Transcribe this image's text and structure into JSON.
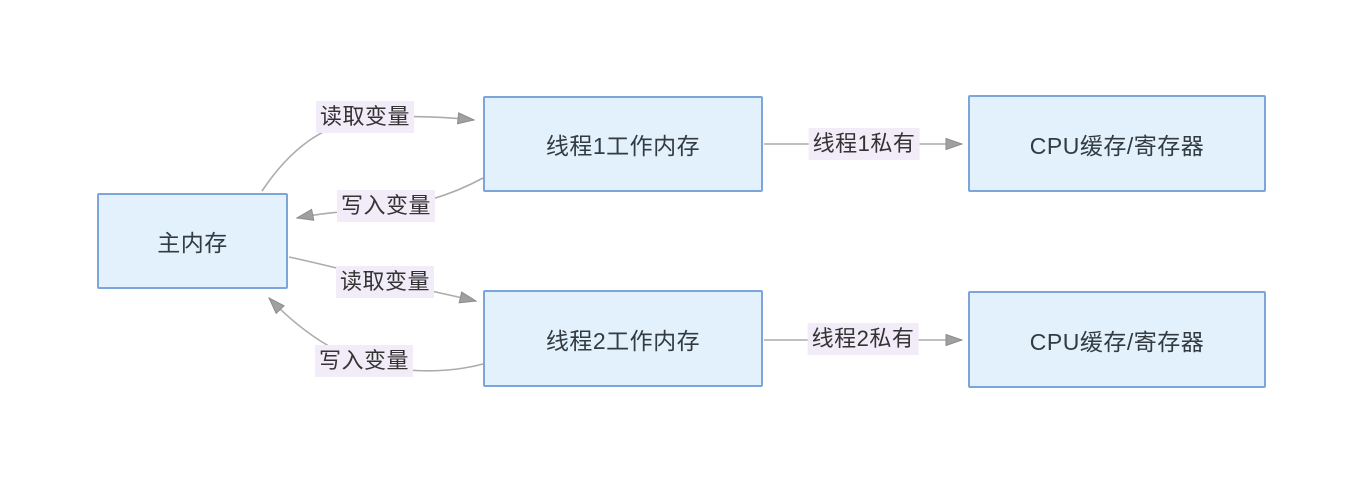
{
  "diagram": {
    "nodes": {
      "main_memory": {
        "label": "主内存"
      },
      "thread1_memory": {
        "label": "线程1工作内存"
      },
      "thread2_memory": {
        "label": "线程2工作内存"
      },
      "cpu_cache_1": {
        "label": "CPU缓存/寄存器"
      },
      "cpu_cache_2": {
        "label": "CPU缓存/寄存器"
      }
    },
    "edge_labels": {
      "read1": {
        "label": "读取变量"
      },
      "write1": {
        "label": "写入变量"
      },
      "read2": {
        "label": "读取变量"
      },
      "write2": {
        "label": "写入变量"
      },
      "private1": {
        "label": "线程1私有"
      },
      "private2": {
        "label": "线程2私有"
      }
    },
    "colors": {
      "node_fill": "#e2f1fc",
      "node_border": "#7ca5da",
      "label_bg": "#f2ecf9",
      "edge": "#acacac",
      "arrowhead_fill": "#a0a0a0",
      "arrowhead_stroke": "#8c8c8c",
      "text": "#333a40",
      "canvas_bg": "#ffffff"
    }
  }
}
